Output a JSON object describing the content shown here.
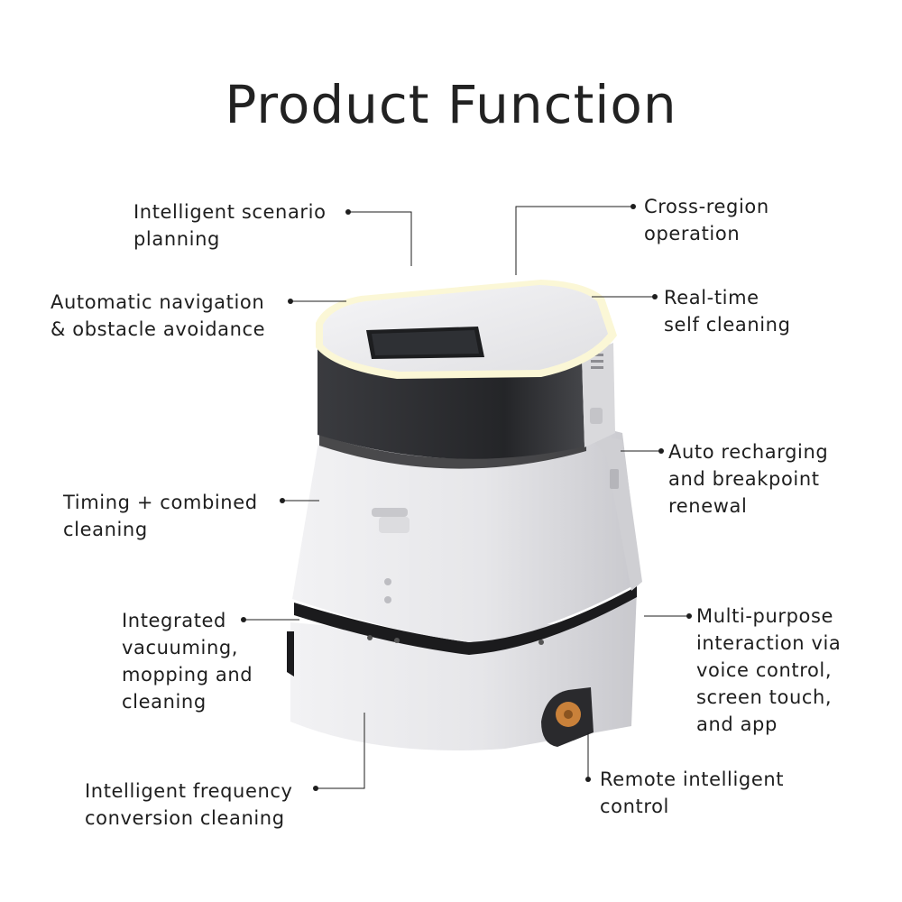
{
  "title": "Product Function",
  "features": {
    "scenario_planning": "Intelligent scenario\nplanning",
    "navigation": "Automatic navigation\n& obstacle avoidance",
    "timing": "Timing + combined\ncleaning",
    "integrated": "Integrated\nvacuuming,\nmopping and\ncleaning",
    "frequency": "Intelligent frequency\nconversion cleaning",
    "cross_region": "Cross-region\noperation",
    "self_cleaning": "Real-time\nself cleaning",
    "recharging": "Auto recharging\nand breakpoint\nrenewal",
    "interaction": "Multi-purpose\ninteraction via\nvoice control,\nscreen touch,\nand app",
    "remote": "Remote intelligent\ncontrol"
  },
  "colors": {
    "body": "#e9e9eb",
    "shadow": "#c9c9cd",
    "glass": "#2a2b2e",
    "light_ring": "#fbf7d6",
    "wheel_accent": "#c9813a",
    "leader": "#1e1e1e"
  }
}
